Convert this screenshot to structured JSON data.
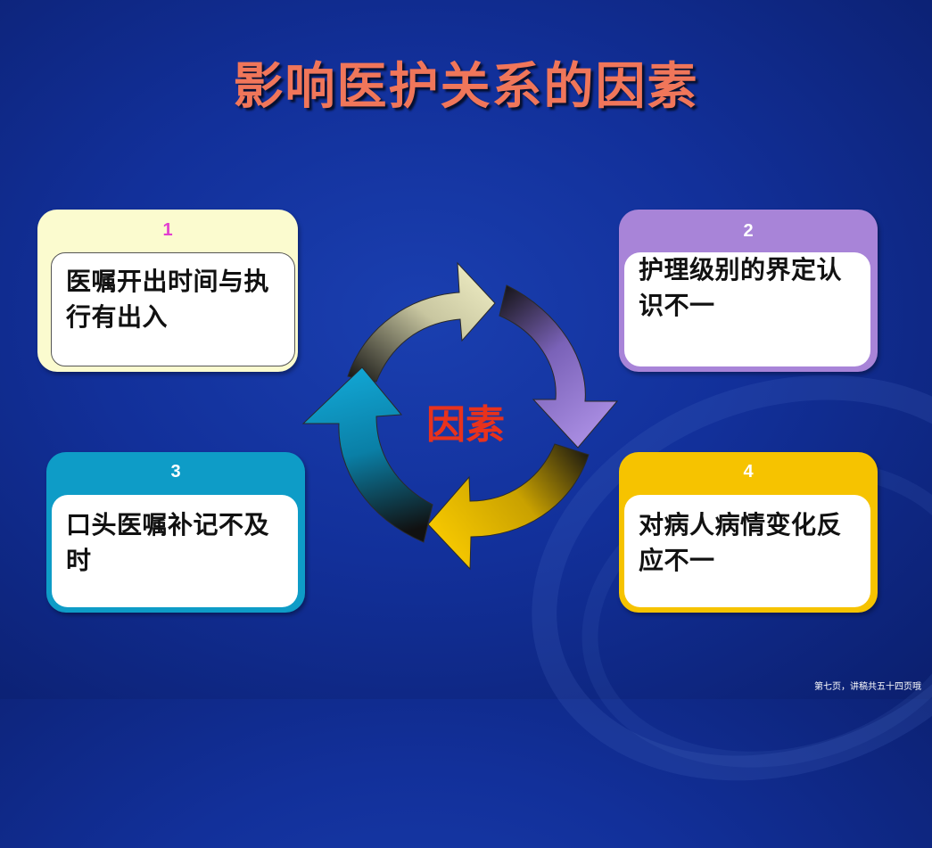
{
  "slide": {
    "title": "影响医护关系的因素",
    "center_label": "因素",
    "footer": "第七页，讲稿共五十四页哦"
  },
  "cards": [
    {
      "number": "1",
      "text": "医嘱开出时间与执行有出入",
      "color": "#fbfbcf",
      "number_color": "#e23fd0"
    },
    {
      "number": "2",
      "text": "护理级别的界定认识不一",
      "color": "#a884d8",
      "number_color": "#ffffff"
    },
    {
      "number": "3",
      "text": "口头医嘱补记不及时",
      "color": "#0e9cc7",
      "number_color": "#ffffff"
    },
    {
      "number": "4",
      "text": "对病人病情变化反应不一",
      "color": "#f6c300",
      "number_color": "#ffffff"
    }
  ],
  "cycle": {
    "arrow_colors": [
      "#f4f2c8",
      "#9b7fd6",
      "#f2c200",
      "#0ea3cf"
    ]
  }
}
